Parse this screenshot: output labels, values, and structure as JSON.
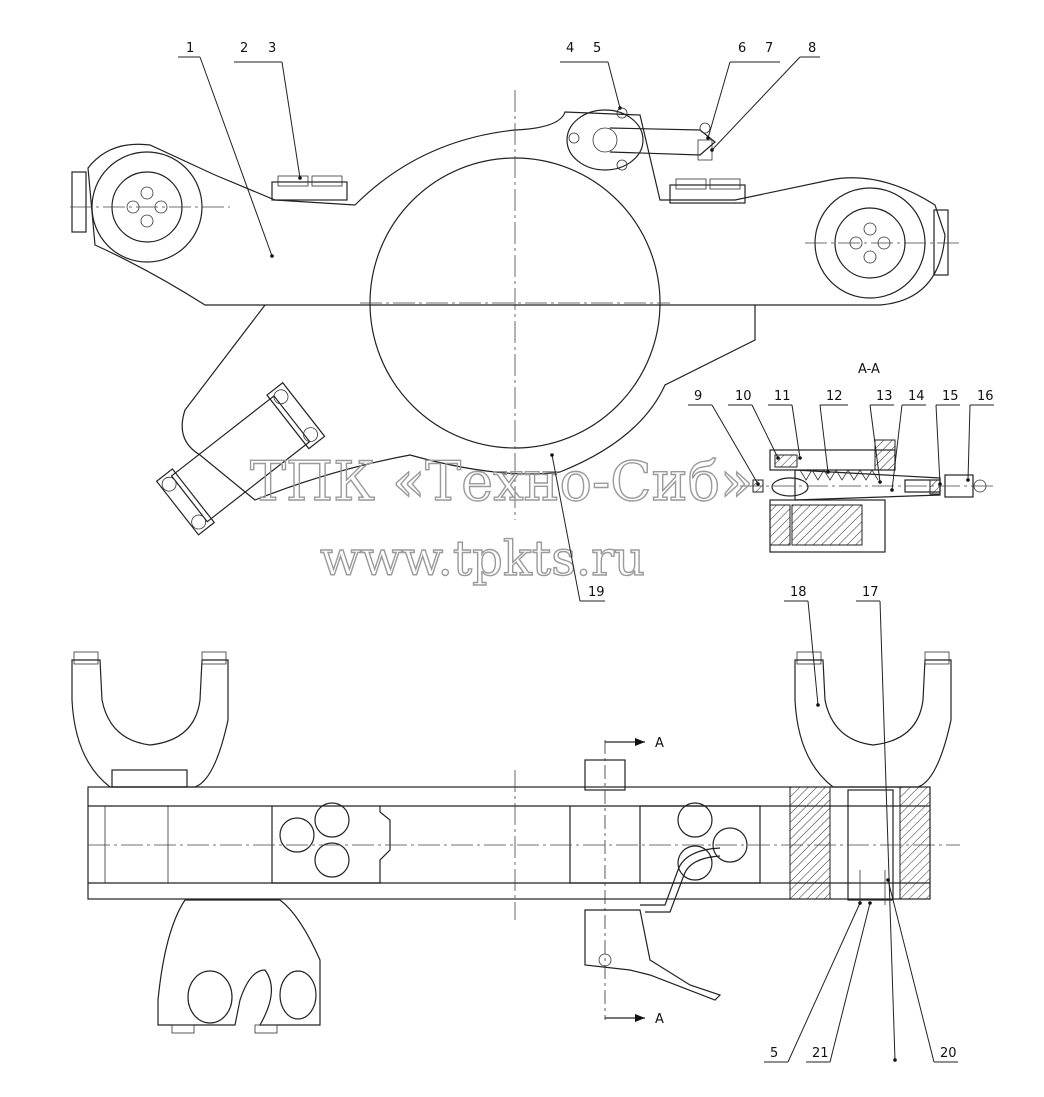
{
  "drawing": {
    "section_title": "A-A",
    "section_marks": [
      "A",
      "A"
    ],
    "watermark": {
      "line1": "ТПК «Техно-Сиб»",
      "line2": "www.tpkts.ru"
    },
    "callouts": [
      "1",
      "2",
      "3",
      "4",
      "5",
      "6",
      "7",
      "8",
      "9",
      "10",
      "11",
      "12",
      "13",
      "14",
      "15",
      "16",
      "17",
      "18",
      "19",
      "5",
      "21",
      "20"
    ]
  }
}
